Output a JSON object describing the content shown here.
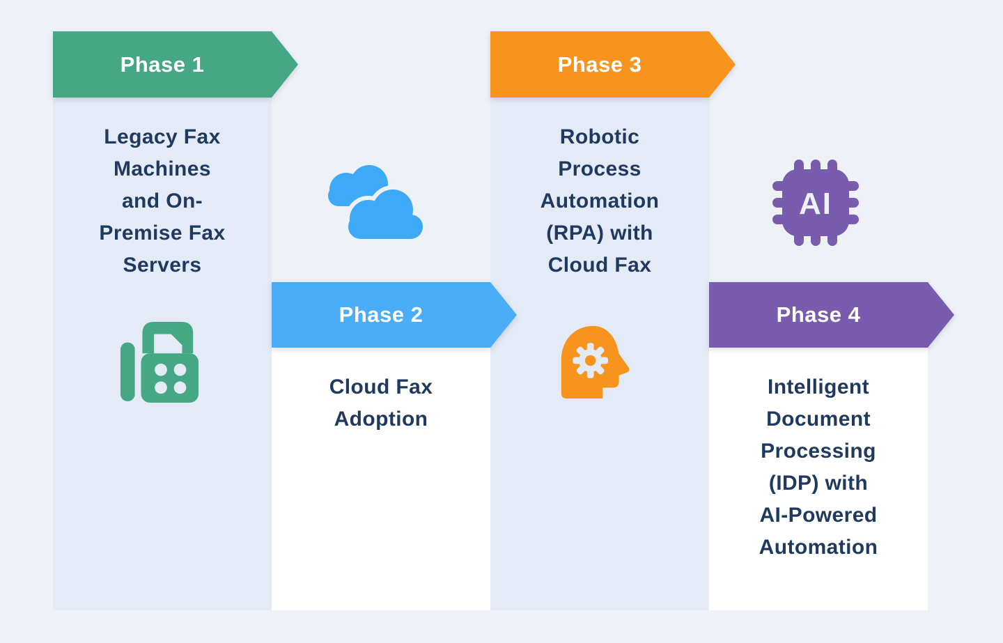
{
  "colors": {
    "background": "#EFF2F9",
    "panel_light": "#E4EAF6",
    "panel_ghost": "#EEF1F6",
    "panel_white": "#FFFFFF",
    "text": "#1F3A5E",
    "banner_text": "#FFFFFF"
  },
  "phases": [
    {
      "label": "Phase 1",
      "color": "#45A784",
      "description": "Legacy Fax\nMachines\nand On-\nPremise Fax\nServers",
      "icon": "fax-machine-icon"
    },
    {
      "label": "Phase 2",
      "color": "#4BACF8",
      "icon_color": "#3EA9F6",
      "description": "Cloud Fax\nAdoption",
      "icon": "clouds-icon"
    },
    {
      "label": "Phase 3",
      "color": "#F7941D",
      "description": "Robotic\nProcess\nAutomation\n(RPA) with\nCloud Fax",
      "icon": "head-gear-icon"
    },
    {
      "label": "Phase 4",
      "color": "#7A5CAF",
      "description": "Intelligent\nDocument\nProcessing\n(IDP) with\nAI-Powered\nAutomation",
      "icon": "ai-chip-icon",
      "chip_label": "AI"
    }
  ]
}
